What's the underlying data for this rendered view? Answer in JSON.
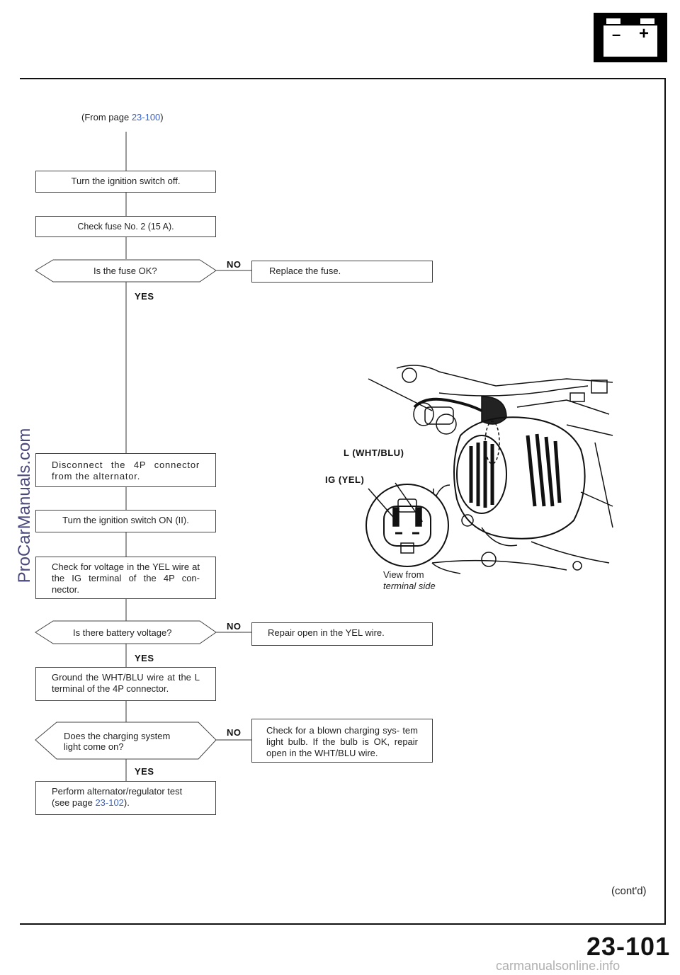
{
  "header": {
    "battery_minus": "–",
    "battery_plus": "+",
    "battery_icon": "battery-icon"
  },
  "from_ref": {
    "prefix": "(From page ",
    "page": "23-100",
    "suffix": ")"
  },
  "steps": {
    "turn_off": "Turn the ignition switch off.",
    "check_fuse": "Check fuse No. 2 (15 A).",
    "fuse_ok_q": "Is the fuse OK?",
    "replace_fuse": "Replace the fuse.",
    "disconnect": "Disconnect the 4P connector from the alternator.",
    "turn_on": "Turn the ignition switch ON (II).",
    "check_voltage": "Check for voltage in the YEL wire at the IG terminal of the 4P con- nector.",
    "battery_q": "Is there battery voltage?",
    "repair_yel": "Repair open in the YEL wire.",
    "ground": "Ground the WHT/BLU wire at the L terminal of the 4P connector.",
    "charging_q": "Does the charging system light come on?",
    "check_bulb": "Check for a blown charging sys- tem light bulb. If the bulb is OK, repair open in the WHT/BLU wire.",
    "perform_prefix": "Perform alternator/regulator test (see page ",
    "perform_page": "23-102",
    "perform_suffix": ")."
  },
  "branch_labels": {
    "no": "NO",
    "yes": "YES"
  },
  "illustration": {
    "l_label": "L (WHT/BLU)",
    "ig_label": "IG (YEL)",
    "view_line1": "View from",
    "view_line2": "terminal side"
  },
  "footer": {
    "contd": "(cont'd)",
    "page_number": "23-101",
    "watermark_side": "ProCarManuals.com",
    "watermark_bottom": "carmanualsonline.info"
  }
}
